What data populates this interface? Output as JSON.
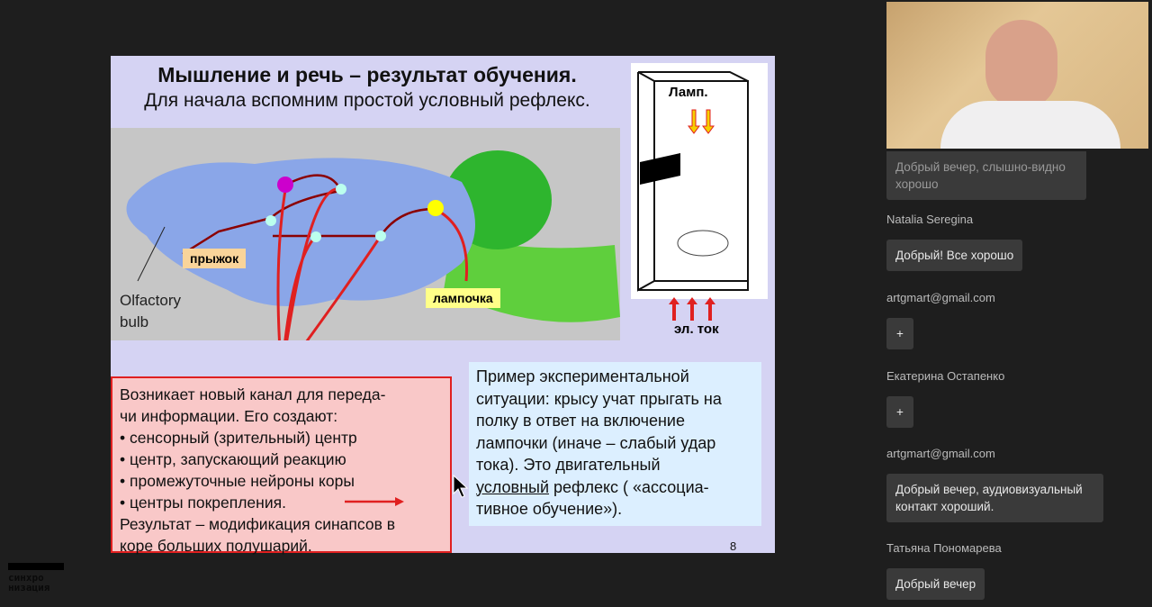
{
  "slide": {
    "title": "Мышление и речь – результат обучения.",
    "subtitle": "Для начала вспомним простой условный рефлекс.",
    "labels": {
      "jump": "прыжок",
      "lamp": "лампочка",
      "olfactory1": "Olfactory",
      "olfactory2": "bulb",
      "cage_lamp": "Ламп.",
      "current": "эл. ток"
    },
    "box1": [
      "Возникает новый канал для переда-",
      "чи информации. Его создают:",
      "•  сенсорный (зрительный) центр",
      "•  центр, запускающий реакцию",
      "•  промежуточные нейроны коры",
      "•  центры покрепления.",
      "Результат – модификация синапсов в",
      "коре больших полушарий."
    ],
    "box2": {
      "lines": [
        "Пример экспериментальной",
        "ситуации: крысу учат прыгать на",
        "полку в ответ на включение",
        "лампочки (иначе – слабый удар",
        "тока). Это двигательный"
      ],
      "underlined": "условный",
      "rest": " рефлекс ( «ассоциа-",
      "last": "тивное обучение»)."
    },
    "page_number": "8"
  },
  "chat": [
    {
      "name": "",
      "message": "Добрый вечер, слышно-видно хорошо"
    },
    {
      "name": "Natalia Seregina",
      "message": "Добрый! Все хорошо"
    },
    {
      "name": "artgmart@gmail.com",
      "message": "+"
    },
    {
      "name": "Екатерина Остапенко",
      "message": "+"
    },
    {
      "name": "artgmart@gmail.com",
      "message": "Добрый вечер, аудиовизуальный контакт хороший."
    },
    {
      "name": "Татьяна Пономарева",
      "message": "Добрый вечер"
    }
  ],
  "logo": [
    "синхро",
    "низация"
  ]
}
